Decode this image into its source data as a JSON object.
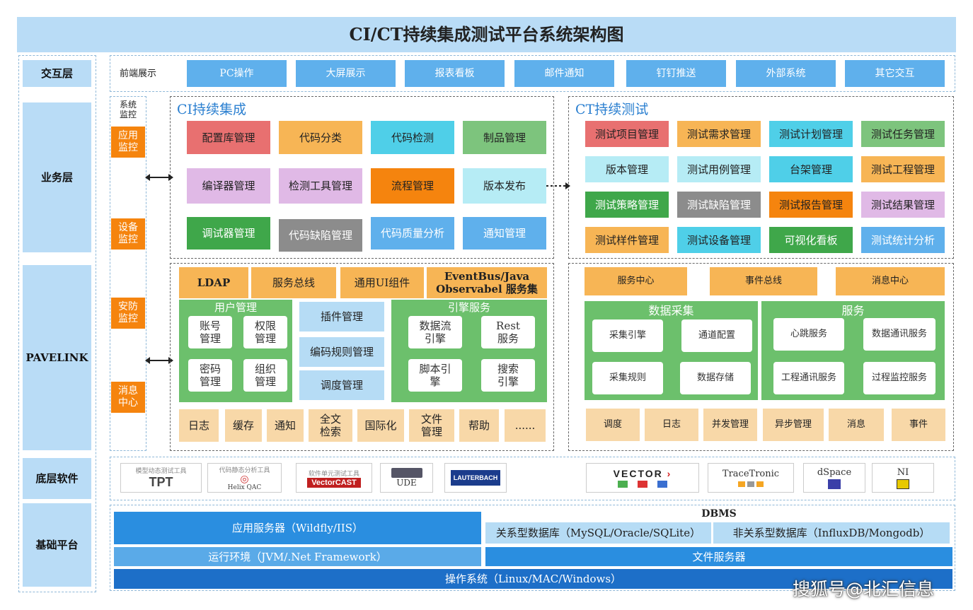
{
  "title": "CI/CT持续集成测试平台系统架构图",
  "layers": {
    "interaction": "交互层",
    "business": "业务层",
    "pavelink": "PAVELINK",
    "bottom": "底层软件",
    "base": "基础平台"
  },
  "frontend": {
    "label": "前端展示",
    "items": [
      "PC操作",
      "大屏展示",
      "报表看板",
      "邮件通知",
      "钉钉推送",
      "外部系统",
      "其它交互"
    ]
  },
  "monitor": {
    "label": "系统\n监控",
    "items": [
      "应用\n监控",
      "设备\n监控",
      "安防\n监控",
      "消息\n中心"
    ]
  },
  "ci": {
    "header": "CI持续集成",
    "modules": [
      "配置库管理",
      "代码分类",
      "代码检测",
      "制品管理",
      "编译器管理",
      "检测工具管理",
      "流程管理",
      "版本发布",
      "调试器管理",
      "代码缺陷管理",
      "代码质量分析",
      "通知管理"
    ]
  },
  "ct": {
    "header": "CT持续测试",
    "modules": [
      "测试项目管理",
      "测试需求管理",
      "测试计划管理",
      "测试任务管理",
      "版本管理",
      "测试用例管理",
      "台架管理",
      "测试工程管理",
      "测试策略管理",
      "测试缺陷管理",
      "测试报告管理",
      "测试结果管理",
      "测试样件管理",
      "测试设备管理",
      "可视化看板",
      "测试统计分析"
    ]
  },
  "pl_left": {
    "top": [
      "LDAP",
      "服务总线",
      "通用UI组件",
      "EventBus/Java\nObservabel 服务集"
    ],
    "user": {
      "title": "用户管理",
      "items": [
        "账号\n管理",
        "权限\n管理",
        "密码\n管理",
        "组织\n管理"
      ]
    },
    "middle": [
      "插件管理",
      "编码规则管理",
      "调度管理"
    ],
    "engine": {
      "title": "引擎服务",
      "items": [
        "数据流\n引擎",
        "Rest\n服务",
        "脚本引\n擎",
        "搜索\n引擎"
      ]
    },
    "bottom": [
      "日志",
      "缓存",
      "通知",
      "全文\n检索",
      "国际化",
      "文件\n管理",
      "帮助",
      "......"
    ]
  },
  "pl_right": {
    "top": [
      "服务中心",
      "事件总线",
      "消息中心"
    ],
    "collect": {
      "title": "数据采集",
      "items": [
        "采集引擎",
        "通道配置",
        "采集规则",
        "数据存储"
      ]
    },
    "service": {
      "title": "服务",
      "items": [
        "心跳服务",
        "数据通讯服务",
        "工程通讯服务",
        "过程监控服务"
      ]
    },
    "bottom": [
      "调度",
      "日志",
      "并发管理",
      "异步管理",
      "消息",
      "事件"
    ]
  },
  "software": {
    "tpt_caption": "模型动态测试工具",
    "tpt_logo": "TPT",
    "helix_caption": "代码静态分析工具",
    "helix_logo": "Helix QAC",
    "vc_caption": "软件单元测试工具",
    "vc_logo": "VectorCAST",
    "ude": "UDE",
    "lauterbach": "LAUTERBACH",
    "vector": "VECTOR",
    "tracetronic": "TraceTronic",
    "dspace": "dSpace",
    "ni": "NI"
  },
  "base": {
    "app_server": "应用服务器（Wildfly/IIS）",
    "runtime": "运行环境（JVM/.Net Framework）",
    "dbms": "DBMS",
    "rdb": "关系型数据库（MySQL/Oracle/SQLite）",
    "nosql": "非关系型数据库（InfluxDB/Mongodb）",
    "file_server": "文件服务器",
    "os": "操作系统（Linux/MAC/Windows）"
  },
  "watermark": "搜狐号@北汇信息",
  "colors": {
    "title_bg": "#b9dcf6",
    "front_blue": "#5fb0ec",
    "orange": "#f5840e",
    "green_panel": "#6cc06c",
    "base_blue": "#2a8ee0"
  }
}
